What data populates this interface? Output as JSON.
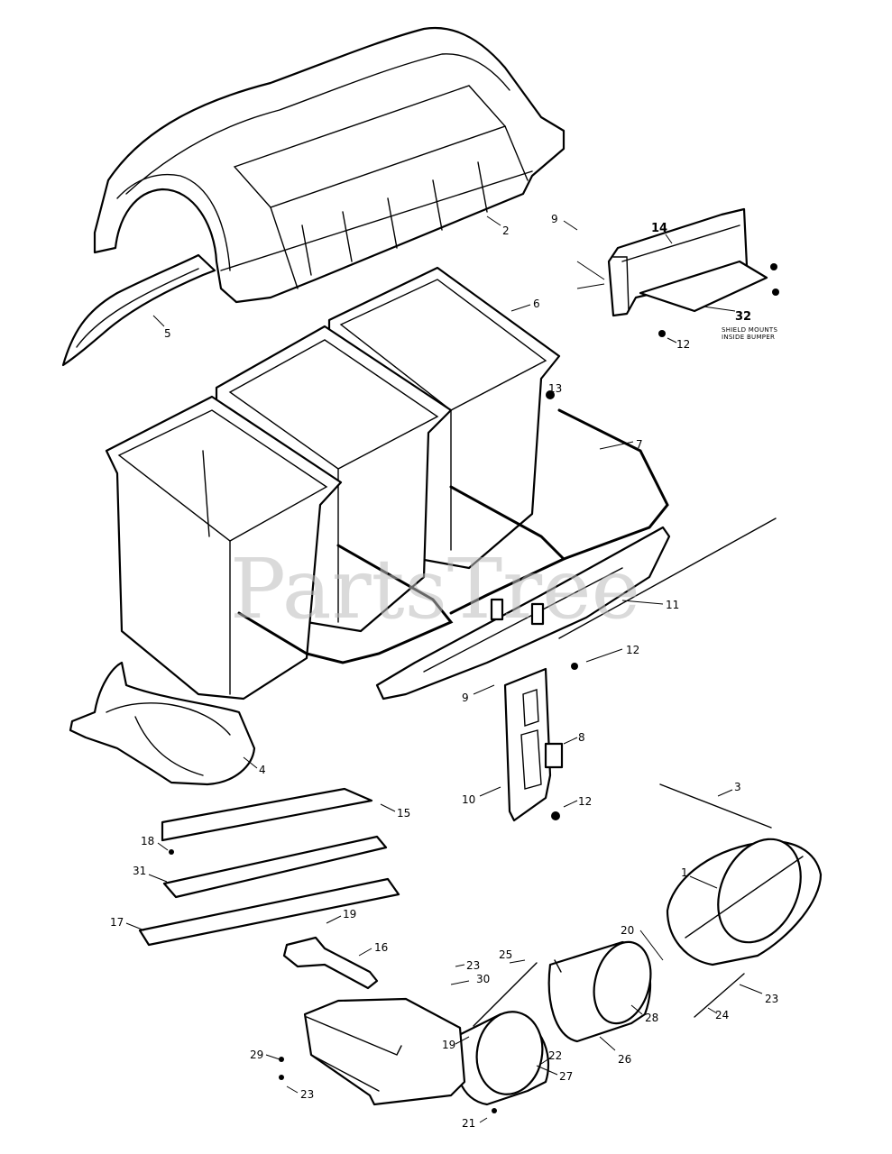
{
  "watermark": "PartsTree",
  "note": {
    "line1": "SHIELD MOUNTS",
    "line2": "INSIDE BUMPER"
  },
  "callouts": {
    "c1": "1",
    "c2": "2",
    "c3": "3",
    "c4": "4",
    "c5": "5",
    "c6": "6",
    "c7": "7",
    "c8": "8",
    "c9a": "9",
    "c9b": "9",
    "c10": "10",
    "c11": "11",
    "c12a": "12",
    "c12b": "12",
    "c12c": "12",
    "c13": "13",
    "c14": "14",
    "c15": "15",
    "c16": "16",
    "c17": "17",
    "c18": "18",
    "c19a": "19",
    "c19b": "19",
    "c20": "20",
    "c21": "21",
    "c22": "22",
    "c23a": "23",
    "c23b": "23",
    "c23c": "23",
    "c24": "24",
    "c25": "25",
    "c26": "26",
    "c27": "27",
    "c28": "28",
    "c29": "29",
    "c30": "30",
    "c31": "31",
    "c32": "32"
  }
}
